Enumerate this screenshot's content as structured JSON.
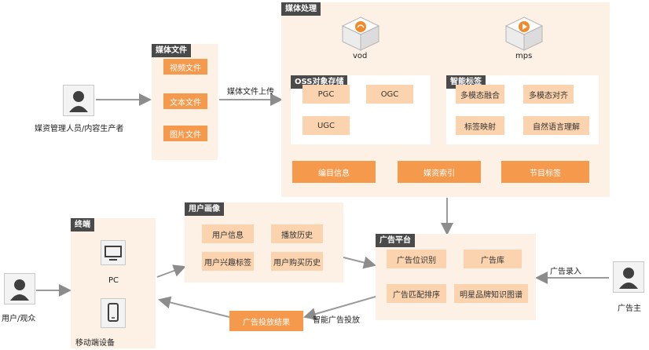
{
  "media_files": {
    "header": "媒体文件",
    "items": [
      "视频文件",
      "文本文件",
      "图片文件"
    ]
  },
  "operator": {
    "label": "媒资管理人员/内容生产者"
  },
  "upload_label": "媒体文件上传",
  "media_processing": {
    "header": "媒体处理",
    "vod_label": "vod",
    "mps_label": "mps",
    "oss": {
      "header": "OSS对象存储",
      "items": [
        "PGC",
        "OGC",
        "UGC"
      ]
    },
    "tags": {
      "header": "智能标签",
      "items": [
        "多模态融合",
        "多模态对齐",
        "标签映射",
        "自然语言理解"
      ]
    },
    "bottom_items": [
      "编目信息",
      "媒资索引",
      "节目标签"
    ]
  },
  "user_profile": {
    "header": "用户画像",
    "items": [
      "用户信息",
      "播放历史",
      "用户兴趣标签",
      "用户购买历史"
    ]
  },
  "terminal": {
    "header": "终端",
    "pc_label": "PC",
    "mobile_label": "移动端设备"
  },
  "viewer": {
    "label": "用户/观众"
  },
  "ad_platform": {
    "header": "广告平台",
    "items": [
      "广告位识别",
      "广告库",
      "广告匹配排序",
      "明星品牌知识图谱"
    ]
  },
  "advertiser": {
    "label": "广告主"
  },
  "ad_entry_label": "广告录入",
  "ad_result": {
    "label": "广告投放结果"
  },
  "smart_ad_label": "智能广告投放"
}
